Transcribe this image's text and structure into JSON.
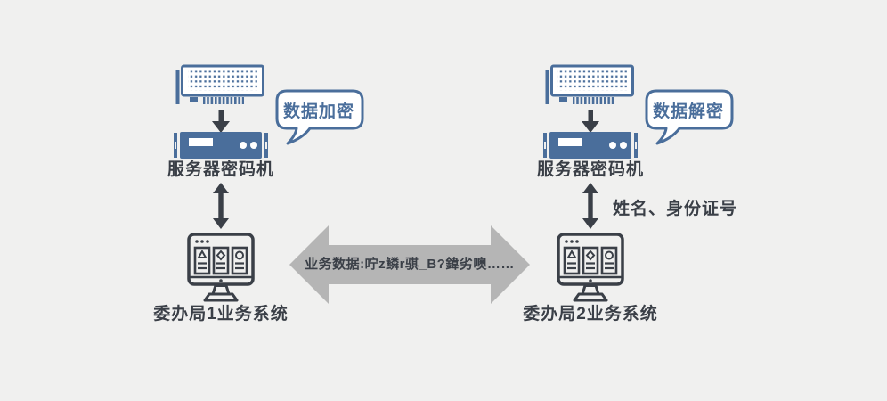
{
  "diagram": {
    "left": {
      "bubble_label": "数据加密",
      "server_label": "服务器密码机",
      "system_label": "委办局1业务系统"
    },
    "right": {
      "bubble_label": "数据解密",
      "server_label": "服务器密码机",
      "system_label": "委办局2业务系统",
      "channel_label": "姓名、身份证号"
    },
    "center": {
      "arrow_label": "业务数据:咛z鳞r骐_B?鍏劣噢……"
    },
    "icons": {
      "encryption_card": "pcie-crypto-card-icon",
      "cipher_machine": "rack-server-icon",
      "business_system": "monitor-icon",
      "flow_down": "down-arrow-icon",
      "flow_bidirectional": "vertical-double-arrow-icon",
      "data_exchange": "horizontal-double-arrow-icon"
    },
    "colors": {
      "background": "#f0f0ef",
      "blue": "#4a6e9b",
      "dark": "#3a3f47",
      "arrow_gray": "#b5b5b5",
      "white": "#ffffff"
    }
  }
}
